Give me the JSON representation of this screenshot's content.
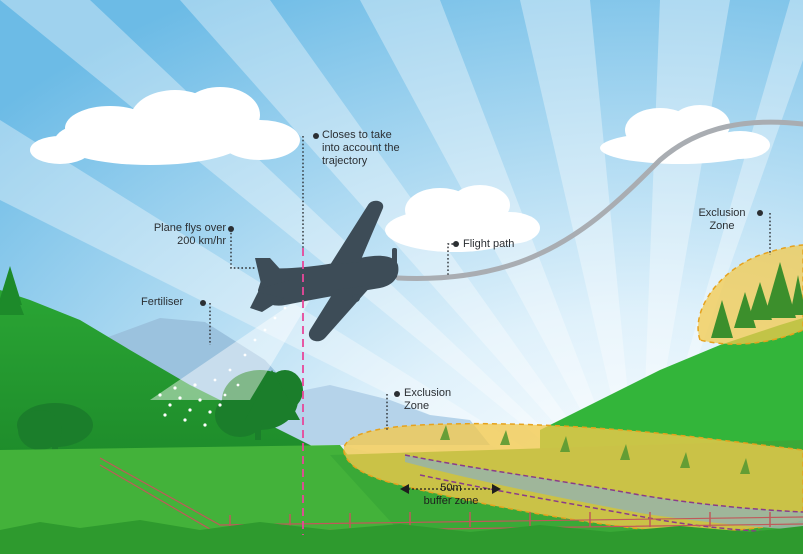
{
  "labels": {
    "closes": {
      "line1": "Closes to take",
      "line2": "into account the",
      "line3": "trajectory"
    },
    "plane": {
      "line1": "Plane flys over",
      "line2": "200 km/hr"
    },
    "flight_path": "Flight path",
    "fertiliser": "Fertiliser",
    "exclusion_upper": {
      "line1": "Exclusion",
      "line2": "Zone"
    },
    "exclusion_lower": {
      "line1": "Exclusion",
      "line2": "Zone"
    },
    "buffer": {
      "line1": "50m",
      "line2": "buffer zone"
    }
  },
  "colors": {
    "sky_top": "#7fc6ea",
    "sky_bottom": "#e8f6fc",
    "grass": "#3fae3a",
    "dark_grass": "#2e8f2c",
    "plane": "#3d4c57",
    "exclusion_fill": "#f3c94c",
    "marker_line": "#e8479a"
  }
}
